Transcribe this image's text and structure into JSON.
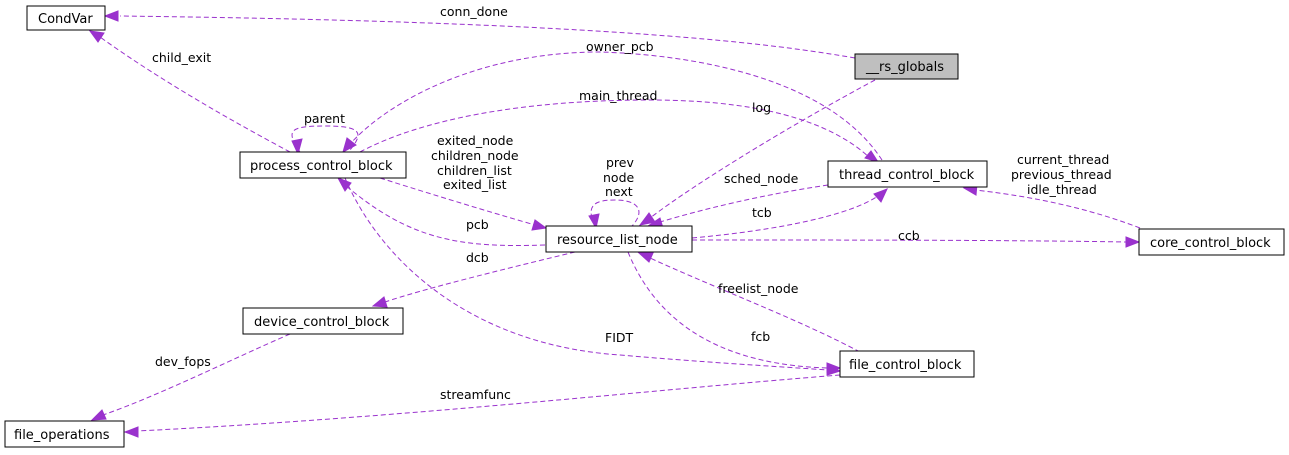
{
  "colors": {
    "edge": "#9a32cd",
    "highlight_fill": "#bfbfbf"
  },
  "nodes": {
    "condvar": "CondVar",
    "rs_globals": "__rs_globals",
    "process_control_block": "process_control_block",
    "thread_control_block": "thread_control_block",
    "resource_list_node": "resource_list_node",
    "core_control_block": "core_control_block",
    "device_control_block": "device_control_block",
    "file_control_block": "file_control_block",
    "file_operations": "file_operations"
  },
  "edges": {
    "conn_done": "conn_done",
    "child_exit": "child_exit",
    "owner_pcb": "owner_pcb",
    "parent": "parent",
    "main_thread": "main_thread",
    "log": "log",
    "exited_node": "exited_node",
    "children_node": "children_node",
    "children_list": "children_list",
    "exited_list": "exited_list",
    "prev": "prev",
    "node": "node",
    "next": "next",
    "sched_node": "sched_node",
    "current_thread": "current_thread",
    "previous_thread": "previous_thread",
    "idle_thread": "idle_thread",
    "pcb": "pcb",
    "tcb": "tcb",
    "ccb": "ccb",
    "dcb": "dcb",
    "freelist_node": "freelist_node",
    "fidt": "FIDT",
    "fcb": "fcb",
    "dev_fops": "dev_fops",
    "streamfunc": "streamfunc"
  }
}
